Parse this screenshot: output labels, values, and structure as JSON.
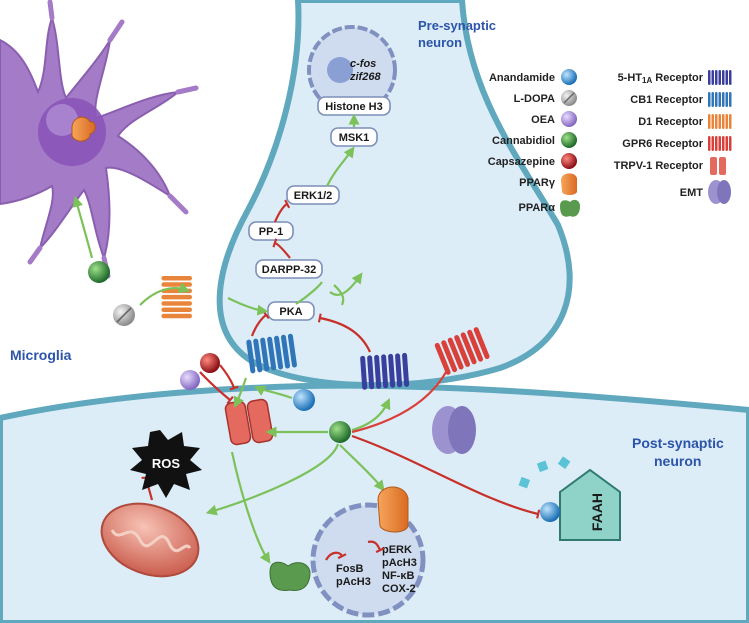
{
  "labels": {
    "pre_synaptic": "Pre-synaptic",
    "neuron_pre": "neuron",
    "post_synaptic": "Post-synaptic",
    "neuron_post": "neuron",
    "microglia": "Microglia",
    "ros": "ROS",
    "faah": "FAAH",
    "c_fos": "c-fos",
    "zif268": "zif268"
  },
  "pathway": {
    "histone": "Histone H3",
    "msk1": "MSK1",
    "erk": "ERK1/2",
    "pp1": "PP-1",
    "darpp": "DARPP-32",
    "pka": "PKA"
  },
  "nucleus_lower": {
    "left": [
      "FosB",
      "pAcH3"
    ],
    "right": [
      "pERK",
      "pAcH3",
      "NF-κB",
      "COX-2"
    ]
  },
  "legend_left": [
    {
      "label": "Anandamide",
      "icon": "blue-sphere",
      "color": "#2b86c9"
    },
    {
      "label": "L-DOPA",
      "icon": "grey-pill",
      "color": "#a8a8a8"
    },
    {
      "label": "OEA",
      "icon": "purple-sphere",
      "color": "#a38bd0"
    },
    {
      "label": "Cannabidiol",
      "icon": "green-sphere",
      "color": "#2f8a3a"
    },
    {
      "label": "Capsazepine",
      "icon": "red-sphere",
      "color": "#b3161d"
    },
    {
      "label": "PPARγ",
      "icon": "orange-receptor",
      "color": "#e8853a"
    },
    {
      "label": "PPARα",
      "icon": "green-receptor",
      "color": "#5a9a4e"
    }
  ],
  "legend_right": [
    {
      "label_main": "5-HT",
      "label_sub": "1A",
      "label_tail": " Receptor",
      "icon": "navy-7tm",
      "color": "#3a3f9e"
    },
    {
      "label_main": "CB1 Receptor",
      "label_sub": "",
      "label_tail": "",
      "icon": "blue-7tm",
      "color": "#2f75b8"
    },
    {
      "label_main": "D1 Receptor",
      "label_sub": "",
      "label_tail": "",
      "icon": "orange-7tm",
      "color": "#e8853a"
    },
    {
      "label_main": "GPR6 Receptor",
      "label_sub": "",
      "label_tail": "",
      "icon": "red-7tm",
      "color": "#d9403a"
    },
    {
      "label_main": "TRPV-1 Receptor",
      "label_sub": "",
      "label_tail": "",
      "icon": "red-channel",
      "color": "#e46a5f"
    },
    {
      "label_main": "EMT",
      "label_sub": "",
      "label_tail": "",
      "icon": "purple-transporter",
      "color": "#9b92cf"
    }
  ],
  "colors": {
    "membrane": "#5fa8bd",
    "cytoplasm": "#dcedf8",
    "microglia": "#a47bc6",
    "activation_arrow": "#7cc15a",
    "inhibition": "#c8302a",
    "label_blue": "#2c54a8"
  }
}
